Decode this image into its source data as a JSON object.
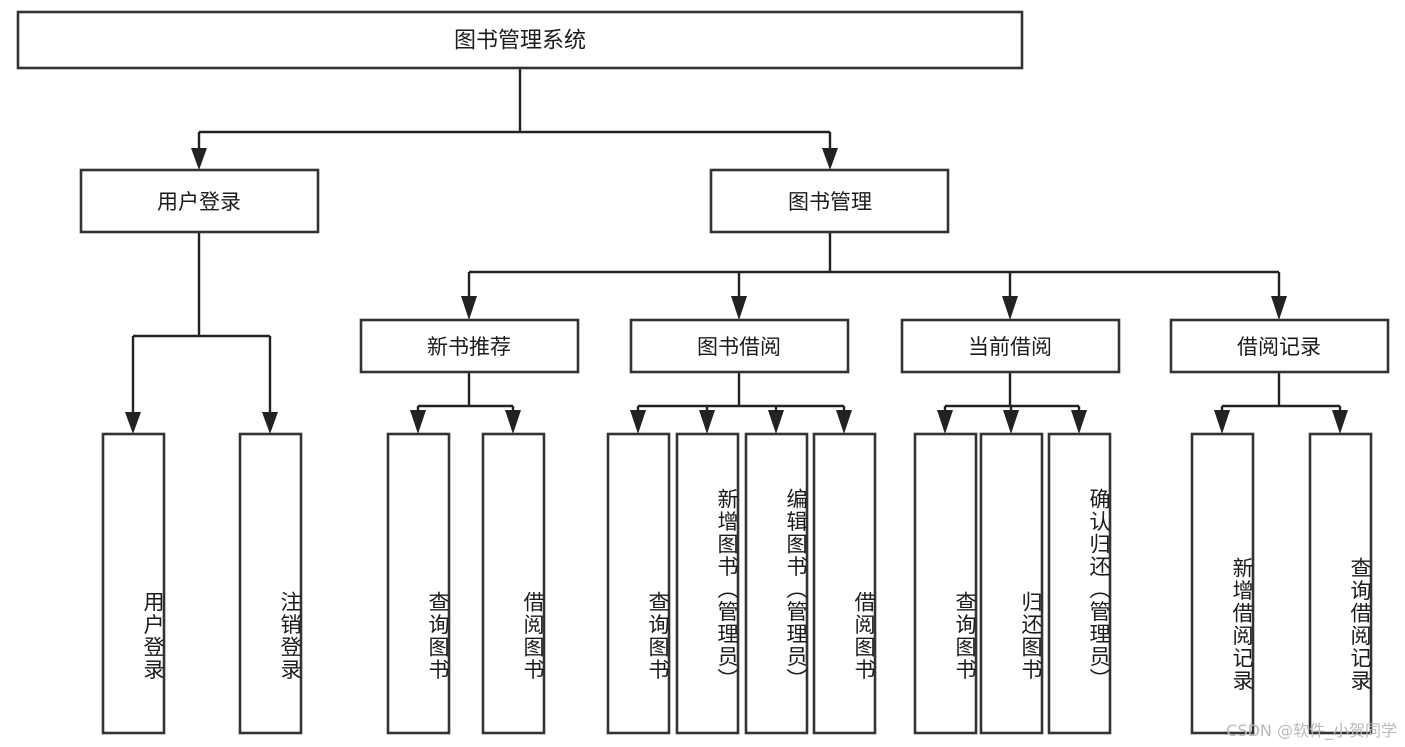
{
  "diagram": {
    "type": "hierarchy-tree",
    "title": "图书管理系统",
    "watermark": "CSDN @软件_小贺同学",
    "colors": {
      "background": "#ffffff",
      "box_stroke": "#333333",
      "connector": "#222222",
      "text": "#1b1b1b",
      "watermark": "#b9b9b9"
    },
    "root": {
      "label": "图书管理系统"
    },
    "level2": [
      {
        "id": "user-login",
        "label": "用户登录"
      },
      {
        "id": "book-management",
        "label": "图书管理"
      }
    ],
    "level3": [
      {
        "id": "new-book-recommend",
        "label": "新书推荐",
        "parent": "book-management"
      },
      {
        "id": "book-borrow",
        "label": "图书借阅",
        "parent": "book-management"
      },
      {
        "id": "current-borrow",
        "label": "当前借阅",
        "parent": "book-management"
      },
      {
        "id": "borrow-record",
        "label": "借阅记录",
        "parent": "book-management"
      }
    ],
    "leaves": [
      {
        "id": "leaf-user-login",
        "label": "用户登录",
        "parent": "user-login"
      },
      {
        "id": "leaf-logout-login",
        "label": "注销登录",
        "parent": "user-login"
      },
      {
        "id": "leaf-query-book-1",
        "label": "查询图书",
        "parent": "new-book-recommend"
      },
      {
        "id": "leaf-borrow-book-1",
        "label": "借阅图书",
        "parent": "new-book-recommend"
      },
      {
        "id": "leaf-query-book-2",
        "label": "查询图书",
        "parent": "book-borrow"
      },
      {
        "id": "leaf-add-book",
        "label": "新增图书（管理员）",
        "parent": "book-borrow"
      },
      {
        "id": "leaf-edit-book",
        "label": "编辑图书（管理员）",
        "parent": "book-borrow"
      },
      {
        "id": "leaf-borrow-book-2",
        "label": "借阅图书",
        "parent": "book-borrow"
      },
      {
        "id": "leaf-query-book-3",
        "label": "查询图书",
        "parent": "current-borrow"
      },
      {
        "id": "leaf-return-book",
        "label": "归还图书",
        "parent": "current-borrow"
      },
      {
        "id": "leaf-confirm-return",
        "label": "确认归还（管理员）",
        "parent": "current-borrow"
      },
      {
        "id": "leaf-add-record",
        "label": "新增借阅记录",
        "parent": "borrow-record"
      },
      {
        "id": "leaf-query-record",
        "label": "查询借阅记录",
        "parent": "borrow-record"
      }
    ]
  }
}
